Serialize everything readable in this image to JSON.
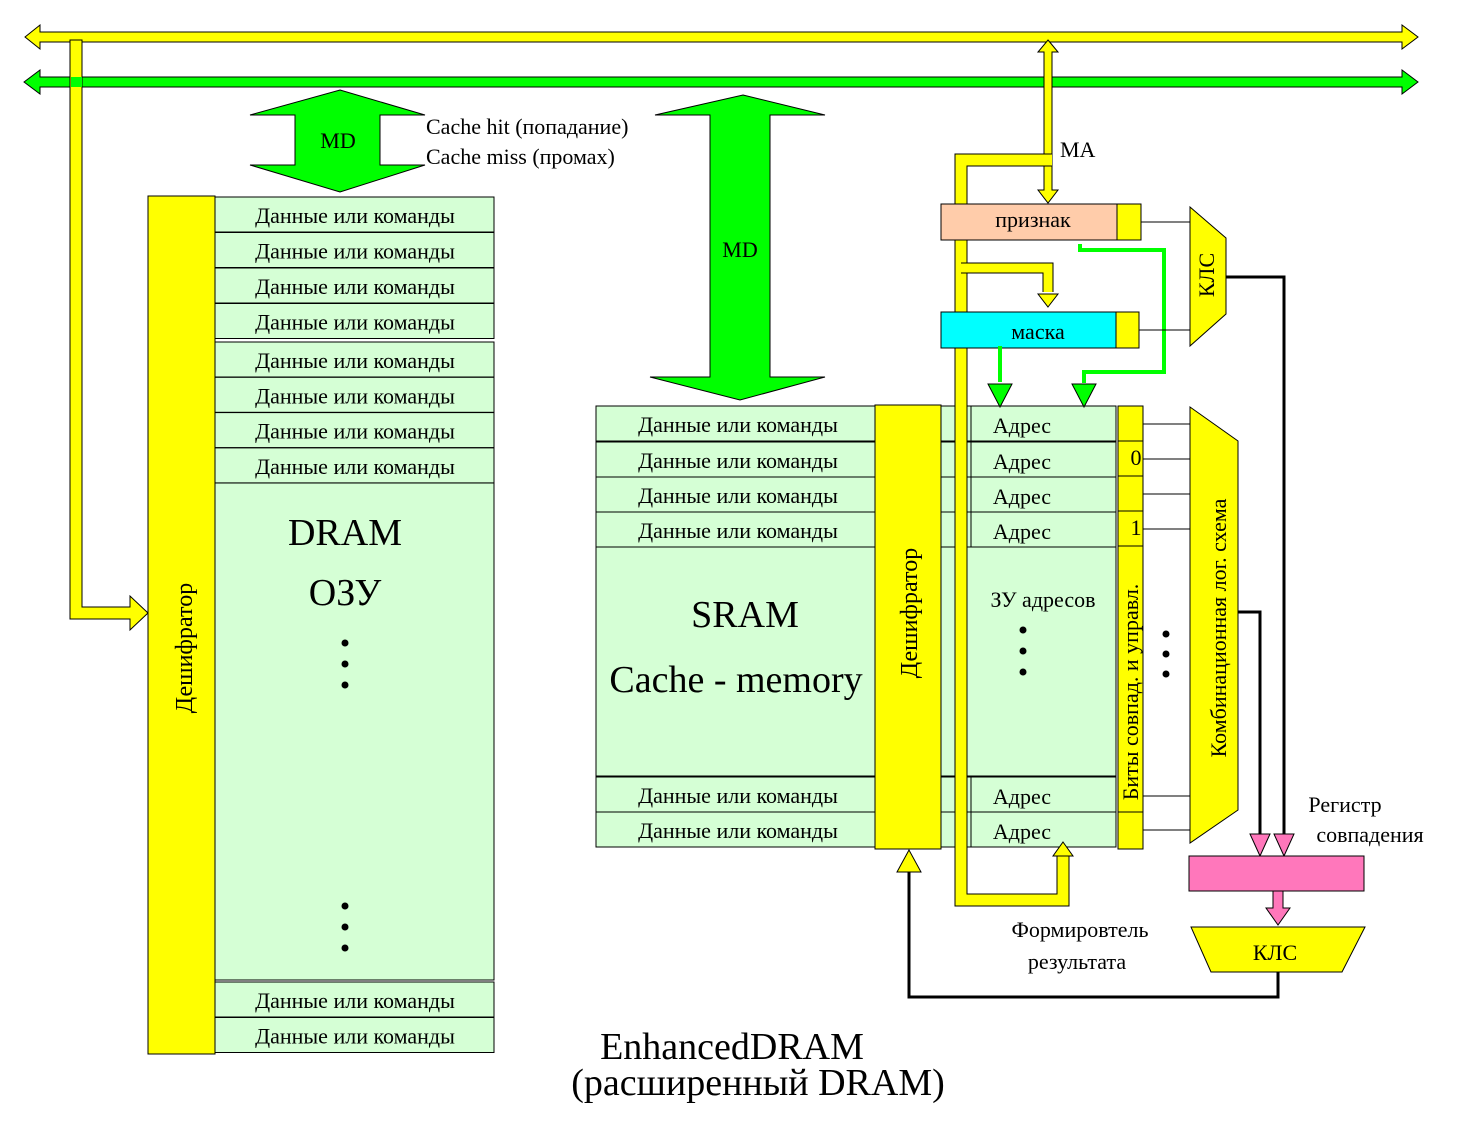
{
  "title": {
    "line1": "EnhancedDRAM",
    "line2": "(расширенный DRAM)"
  },
  "dram": {
    "decoder_label": "Дешифратор",
    "row_label": "Данные или команды",
    "rows_top_count": 8,
    "rows_bottom_count": 2,
    "name": "DRAM",
    "name_ru": "ОЗУ"
  },
  "bus_md_left": {
    "label": "MD",
    "hit": "Cache hit (попадание)",
    "miss": "Cache miss (промах)"
  },
  "bus_md_center": {
    "label": "MD"
  },
  "sram": {
    "row_label": "Данные или команды",
    "rows_top_count": 4,
    "rows_bottom_count": 2,
    "name": "SRAM",
    "subtitle": "Cache - memory",
    "decoder_label": "Дешифратор"
  },
  "tag_store": {
    "address_label": "Адрес",
    "name": "ЗУ адресов",
    "bits_label": "Биты совпад. и управл.",
    "bit_values": [
      "0",
      "1"
    ]
  },
  "ma_label": "MA",
  "tag_register": {
    "label": "признак"
  },
  "mask_register": {
    "label": "маска"
  },
  "klc_top": {
    "label": "КЛС"
  },
  "comb_logic": {
    "label": "Комбинационная лог. схема"
  },
  "match_register": {
    "line1": "Регистр",
    "line2": "совпадения"
  },
  "klc_bottom": {
    "label": "КЛС"
  },
  "result_former": {
    "line1": "Формировтель",
    "line2": "результата"
  },
  "colors": {
    "bus_yellow": "#ffff00",
    "bus_green": "#00ff00",
    "memory_fill": "#d5ffd5",
    "tag_fill": "#ffccaa",
    "mask_fill": "#00ffff",
    "match_fill": "#ff77bb",
    "outline": "#000000"
  }
}
